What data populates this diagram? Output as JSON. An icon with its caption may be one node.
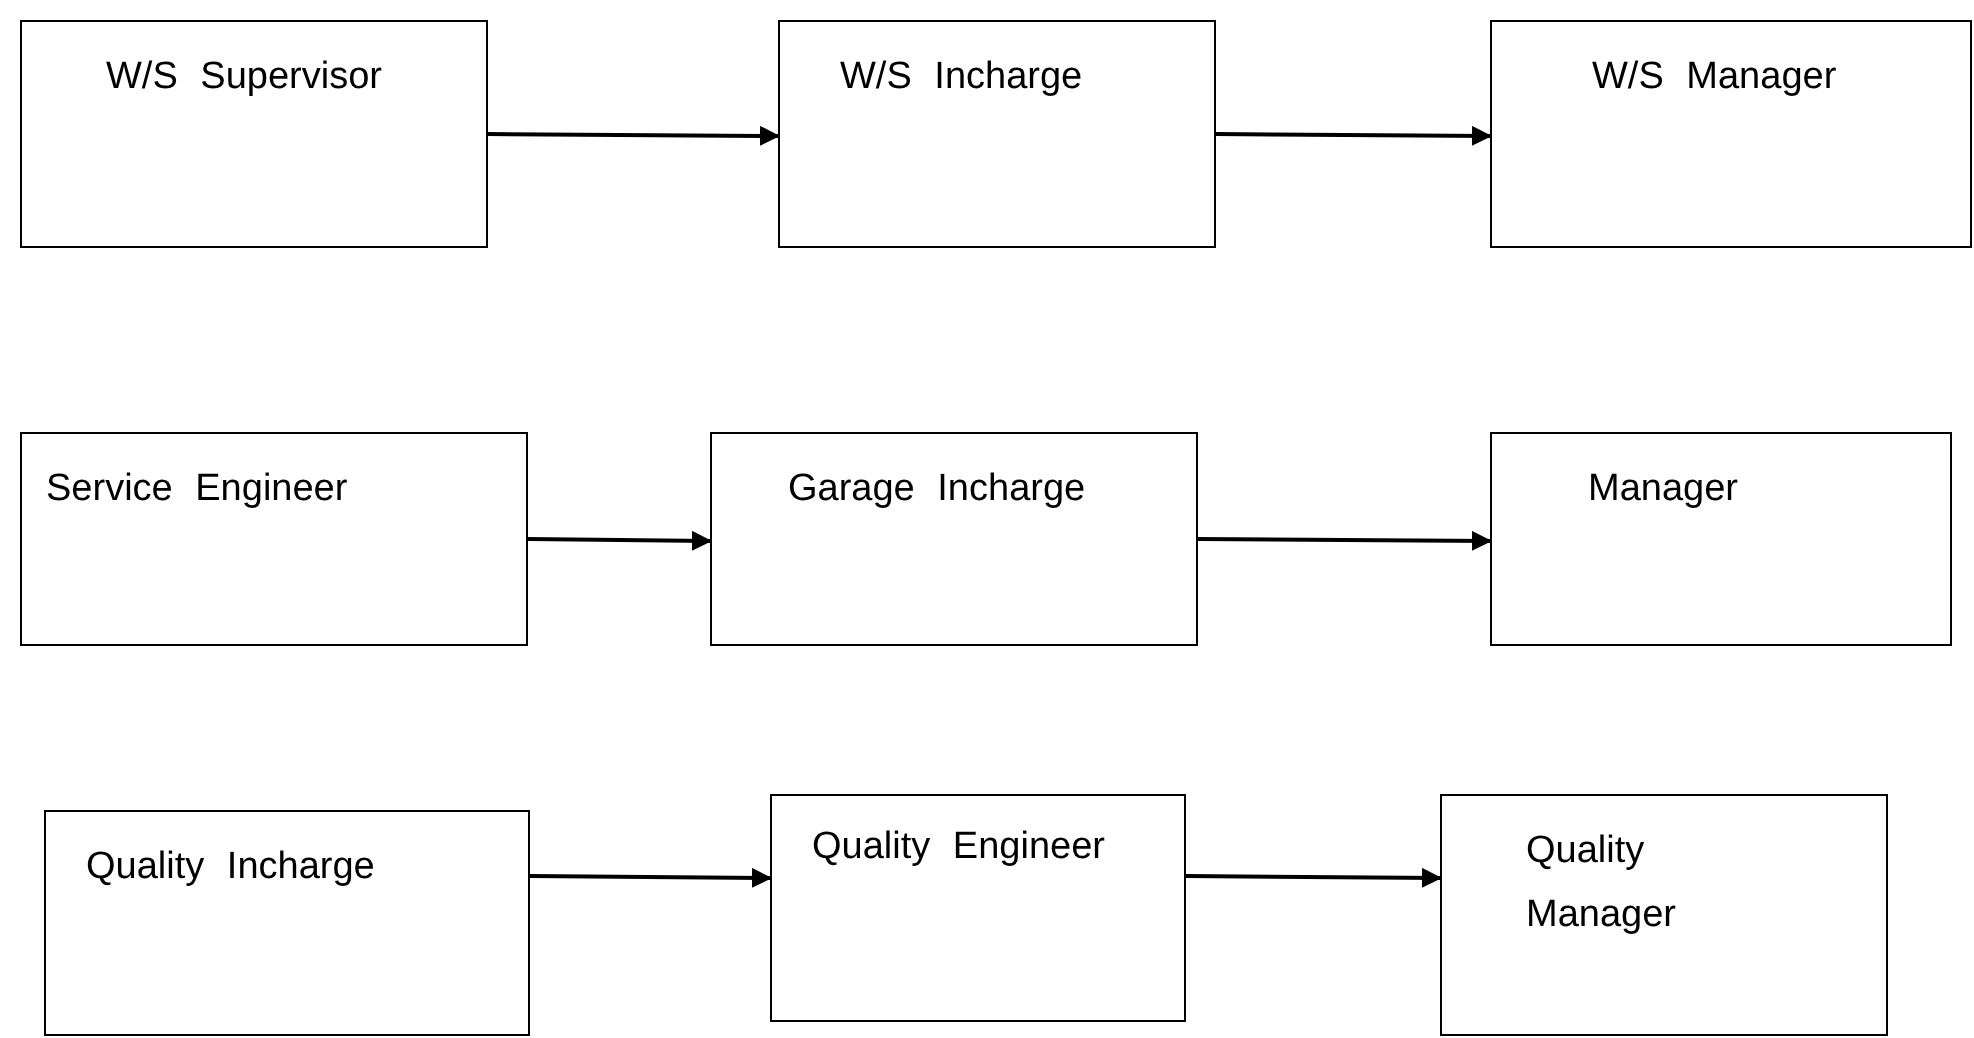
{
  "diagram": {
    "nodes": [
      {
        "text": [
          "W/S Supervisor"
        ]
      },
      {
        "text": [
          "W/S Incharge"
        ]
      },
      {
        "text": [
          "W/S Manager"
        ]
      },
      {
        "text": [
          "Service Engineer"
        ]
      },
      {
        "text": [
          "Garage Incharge"
        ]
      },
      {
        "text": [
          "Manager"
        ]
      },
      {
        "text": [
          "Quality Incharge"
        ]
      },
      {
        "text": [
          "Quality Engineer"
        ]
      },
      {
        "text": [
          "Quality Manager"
        ]
      }
    ],
    "edges": [
      {
        "from": 0,
        "to": 1,
        "arrow": "to"
      },
      {
        "from": 1,
        "to": 2,
        "arrow": "to"
      },
      {
        "from": 3,
        "to": 4,
        "arrow": "to"
      },
      {
        "from": 4,
        "to": 5,
        "arrow": "to"
      },
      {
        "from": 6,
        "to": 7,
        "arrow": "to"
      },
      {
        "from": 7,
        "to": 8,
        "arrow": "to"
      }
    ]
  }
}
